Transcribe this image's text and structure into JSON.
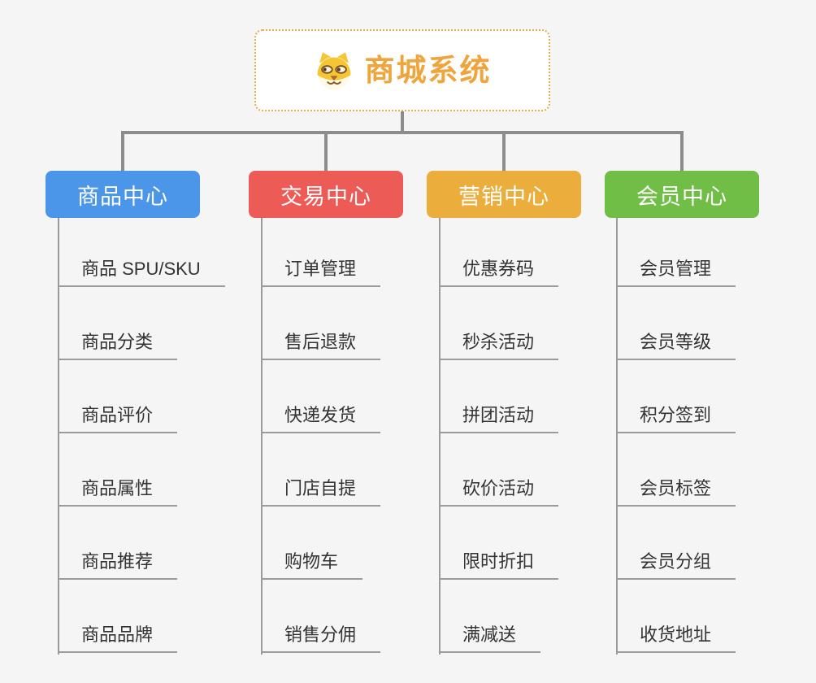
{
  "canvas": {
    "background": "#F5F5F5",
    "connector_color": "#8C8C8C",
    "leaf_line_color": "#9B9B9B"
  },
  "root": {
    "title": "商城系统",
    "icon": "dog-face-icon",
    "text_color": "#F0A43C",
    "border_color": "#E9A94E",
    "background": "#FFFFFF"
  },
  "branches": [
    {
      "label": "商品中心",
      "color": "#4B96E9",
      "items": [
        "商品 SPU/SKU",
        "商品分类",
        "商品评价",
        "商品属性",
        "商品推荐",
        "商品品牌"
      ]
    },
    {
      "label": "交易中心",
      "color": "#EC5B56",
      "items": [
        "订单管理",
        "售后退款",
        "快递发货",
        "门店自提",
        "购物车",
        "销售分佣"
      ]
    },
    {
      "label": "营销中心",
      "color": "#EBAD3B",
      "items": [
        "优惠券码",
        "秒杀活动",
        "拼团活动",
        "砍价活动",
        "限时折扣",
        "满减送"
      ]
    },
    {
      "label": "会员中心",
      "color": "#70BE46",
      "items": [
        "会员管理",
        "会员等级",
        "积分签到",
        "会员标签",
        "会员分组",
        "收货地址"
      ]
    }
  ]
}
